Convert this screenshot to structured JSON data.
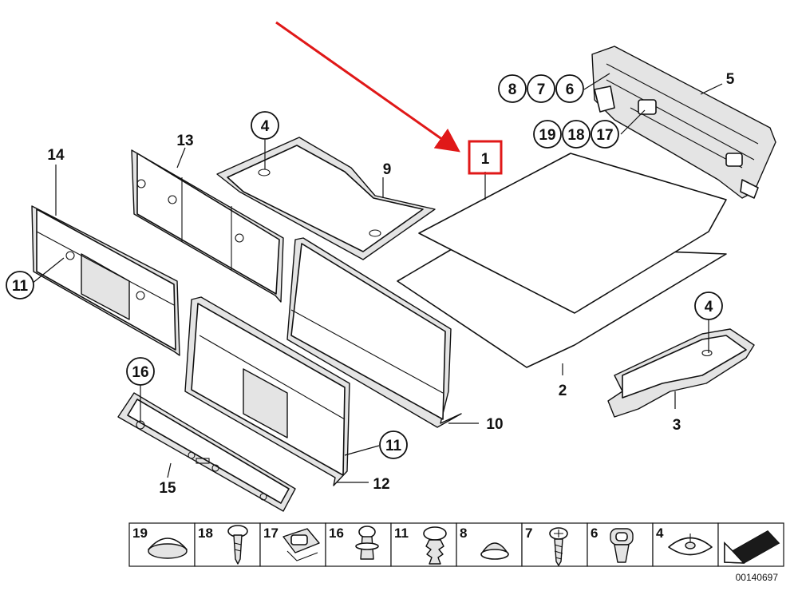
{
  "callouts": {
    "c1": "1",
    "c2": "2",
    "c3": "3",
    "c4a": "4",
    "c4b": "4",
    "c5": "5",
    "c6": "6",
    "c7": "7",
    "c8": "8",
    "c9": "9",
    "c10": "10",
    "c11a": "11",
    "c11b": "11",
    "c12": "12",
    "c13": "13",
    "c14": "14",
    "c15": "15",
    "c16": "16",
    "c17": "17",
    "c18": "18",
    "c19": "19"
  },
  "legend": [
    {
      "label": "19",
      "icon": "plug-cap-icon"
    },
    {
      "label": "18",
      "icon": "expanding-rivet-icon"
    },
    {
      "label": "17",
      "icon": "clip-nut-icon"
    },
    {
      "label": "16",
      "icon": "push-rivet-icon"
    },
    {
      "label": "11",
      "icon": "fir-tree-clip-icon"
    },
    {
      "label": "8",
      "icon": "blind-plug-icon"
    },
    {
      "label": "7",
      "icon": "screw-icon"
    },
    {
      "label": "6",
      "icon": "grommet-icon"
    },
    {
      "label": "4",
      "icon": "expanding-nut-icon"
    }
  ],
  "document_number": "00140697",
  "highlight_color": "#e01818"
}
